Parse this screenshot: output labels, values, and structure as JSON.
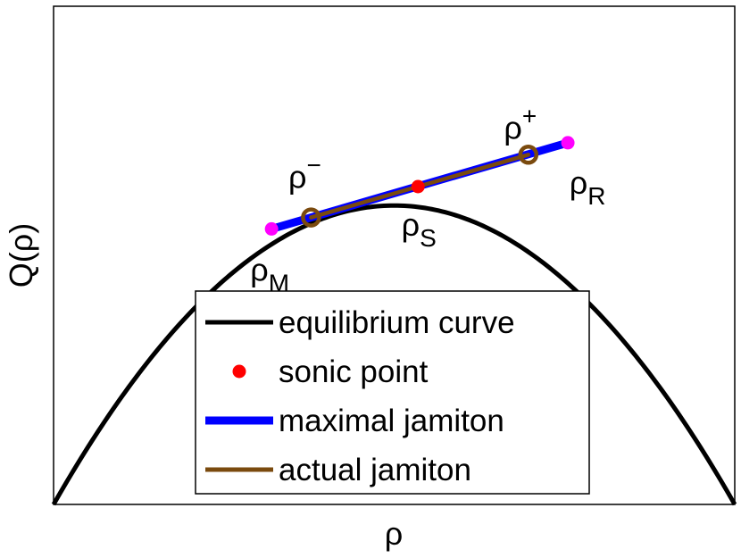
{
  "chart_data": {
    "type": "line",
    "title": "",
    "xlabel": "ρ",
    "ylabel": "Q(ρ)",
    "xlim": [
      0,
      1
    ],
    "ylim": [
      0,
      1
    ],
    "ticks_shown": false,
    "grid": false,
    "legend_position": "bottom-center",
    "series": [
      {
        "name": "equilibrium curve",
        "style": "line",
        "color": "#000000",
        "function": "parabola",
        "vertex": [
          0.5,
          0.6
        ],
        "x": [
          0.0,
          0.1,
          0.2,
          0.3,
          0.4,
          0.5,
          0.6,
          0.7,
          0.8,
          0.9,
          1.0
        ],
        "y": [
          0.0,
          0.2304,
          0.4096,
          0.5376,
          0.6144,
          0.64,
          0.6144,
          0.5376,
          0.4096,
          0.2304,
          0.0
        ]
      },
      {
        "name": "sonic point",
        "style": "marker",
        "color": "#ff0000",
        "x": [
          0.535
        ],
        "y": [
          0.638
        ]
      },
      {
        "name": "maximal jamiton",
        "style": "line",
        "color": "#0000ff",
        "x": [
          0.32,
          0.755
        ],
        "y": [
          0.553,
          0.726
        ]
      },
      {
        "name": "actual jamiton",
        "style": "line",
        "color": "#7a4a0e",
        "x": [
          0.378,
          0.697
        ],
        "y": [
          0.576,
          0.702
        ]
      }
    ],
    "points": [
      {
        "label": "ρ",
        "sub": "M",
        "sup": "",
        "x": 0.32,
        "y": 0.553,
        "marker": "filled",
        "color": "#ff00ff"
      },
      {
        "label": "ρ",
        "sub": "R",
        "sup": "",
        "x": 0.755,
        "y": 0.726,
        "marker": "filled",
        "color": "#ff00ff"
      },
      {
        "label": "ρ",
        "sub": "S",
        "sup": "",
        "x": 0.535,
        "y": 0.638,
        "marker": "filled",
        "color": "#ff0000"
      },
      {
        "label": "ρ",
        "sub": "",
        "sup": "−",
        "x": 0.378,
        "y": 0.576,
        "marker": "ring",
        "color": "#7a4a0e"
      },
      {
        "label": "ρ",
        "sub": "",
        "sup": "+",
        "x": 0.697,
        "y": 0.702,
        "marker": "ring",
        "color": "#7a4a0e"
      }
    ]
  },
  "legend": {
    "items": [
      {
        "label": "equilibrium curve",
        "kind": "line",
        "color": "#000000"
      },
      {
        "label": "sonic point",
        "kind": "dot",
        "color": "#ff0000"
      },
      {
        "label": "maximal jamiton",
        "kind": "thick-line",
        "color": "#0000ff"
      },
      {
        "label": "actual jamiton",
        "kind": "line",
        "color": "#7a4a0e"
      }
    ]
  }
}
